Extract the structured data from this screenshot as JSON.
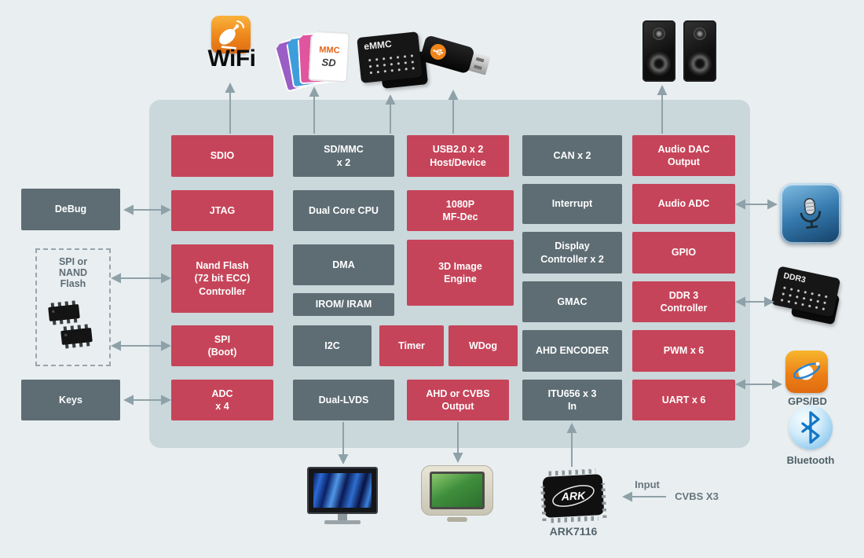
{
  "palette": {
    "background": "#e9eef1",
    "container": "#cad7db",
    "block_red": "#c64459",
    "block_slate": "#5e6d74",
    "arrow": "#8fa1a8",
    "label_text": "#4e5e66"
  },
  "soc_blocks": {
    "sdio": "SDIO",
    "jtag": "JTAG",
    "nand_flash": "Nand Flash\n(72 bit ECC)\nController",
    "spi_boot": "SPI\n(Boot)",
    "adc": "ADC\nx 4",
    "sd_mmc": "SD/MMC\nx 2",
    "dual_core_cpu": "Dual Core CPU",
    "dma": "DMA",
    "irom_iram": "IROM/ IRAM",
    "i2c": "I2C",
    "dual_lvds": "Dual-LVDS",
    "usb2": "USB2.0 x 2\nHost/Device",
    "mf_dec_1080p": "1080P\nMF-Dec",
    "image_3d": "3D Image\nEngine",
    "timer": "Timer",
    "wdog": "WDog",
    "ahd_cvbs_out": "AHD or CVBS\nOutput",
    "can": "CAN x 2",
    "interrupt": "Interrupt",
    "display_ctrl": "Display\nController x 2",
    "gmac": "GMAC",
    "ahd_encoder": "AHD ENCODER",
    "itu656": "ITU656 x 3\nIn",
    "audio_dac": "Audio DAC\nOutput",
    "audio_adc": "Audio ADC",
    "gpio": "GPIO",
    "ddr3_ctrl": "DDR 3\nController",
    "pwm": "PWM x 6",
    "uart": "UART x 6"
  },
  "peripherals": {
    "debug": "DeBug",
    "spi_nand_flash": "SPI or\nNAND\nFlash",
    "keys": "Keys"
  },
  "icon_captions": {
    "wifi": "WiFi",
    "emmc_label": "eMMC",
    "mmc_label": "MMC",
    "sd_label": "SD",
    "ddr3_label": "DDR3",
    "gps_bd": "GPS/BD",
    "bluetooth": "Bluetooth",
    "ark_chip": "ARK7116",
    "ark_logo": "ARK"
  },
  "annotations": {
    "input": "Input",
    "cvbs_x3": "CVBS X3"
  }
}
